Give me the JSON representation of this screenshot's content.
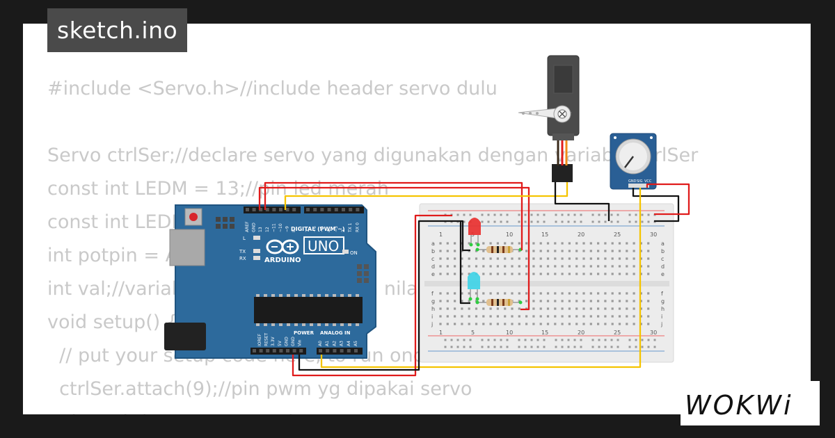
{
  "file_name": "sketch.ino",
  "code_lines": [
    "#include <Servo.h>//include header servo dulu",
    "",
    "Servo ctrlSer;//declare servo yang digunakan dengan variable ctrlSer",
    "const int LEDM = 13;//pin led merah",
    "const int LEDB = 12;//pin led biru",
    "int potpin = A0;",
    "int val;//variable untuk menyimpan nilai",
    "void setup() {",
    "  // put your setup code here, to run once:",
    "  ctrlSer.attach(9);//pin pwm yg dipakai servo",
    "  pinMode(LEDM, OUTPUT);"
  ],
  "arduino": {
    "brand": "ARDUINO",
    "model": "UNO",
    "digital_label": "DIGITAL (PWM ~)",
    "power_label": "POWER",
    "analog_label": "ANALOG IN",
    "on_label": "ON",
    "l_label": "L",
    "tx_label": "TX",
    "rx_label": "RX",
    "top_pins": [
      "AREF",
      "GND",
      "13",
      "12",
      "~11",
      "~10",
      "~9",
      "8",
      "7",
      "~6",
      "~5",
      "4",
      "~3",
      "2",
      "TX 1",
      "RX 0"
    ],
    "power_pins": [
      "IOREF",
      "RESET",
      "3.3V",
      "5V",
      "GND",
      "GND",
      "Vin"
    ],
    "analog_pins": [
      "A0",
      "A1",
      "A2",
      "A3",
      "A4",
      "A5"
    ]
  },
  "breadboard": {
    "col_numbers": [
      "1",
      "5",
      "10",
      "15",
      "20",
      "25",
      "30"
    ],
    "row_letters_top": [
      "a",
      "b",
      "c",
      "d",
      "e"
    ],
    "row_letters_bottom": [
      "f",
      "g",
      "h",
      "i",
      "j"
    ]
  },
  "potentiometer": {
    "pins": [
      "GND",
      "SIG",
      "VCC"
    ]
  },
  "logo_text": "WOKWi",
  "colors": {
    "background": "#1a1a1a",
    "card": "#ffffff",
    "title_tag": "#4a4a4a",
    "code_text": "#c9c9c9",
    "arduino_board": "#2d6a9c",
    "wire_red": "#e01b1b",
    "wire_yellow": "#f5c400",
    "wire_black": "#111111",
    "led_red": "#e8302f",
    "led_cyan": "#3fd3e6"
  }
}
